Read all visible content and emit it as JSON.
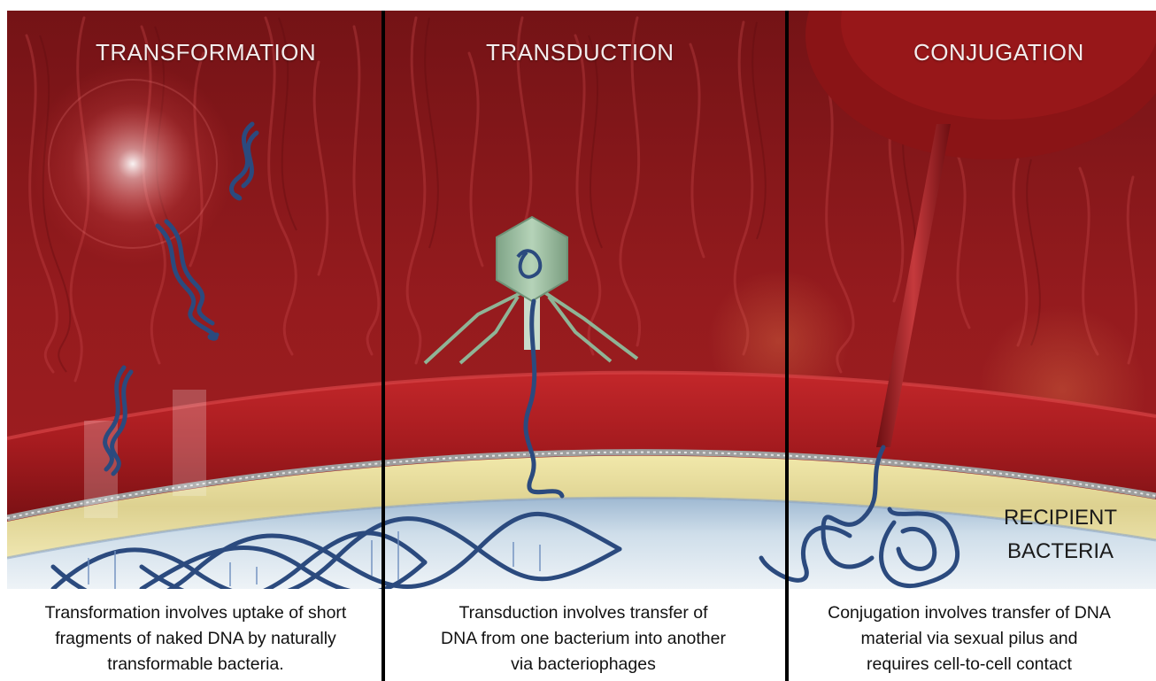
{
  "panels": [
    {
      "title": "TRANSFORMATION",
      "caption_lines": [
        "Transformation involves uptake of short",
        "fragments of naked DNA by naturally",
        "transformable bacteria."
      ]
    },
    {
      "title": "TRANSDUCTION",
      "caption_lines": [
        "Transduction involves transfer of",
        "DNA from one bacterium into another",
        "via bacteriophages"
      ]
    },
    {
      "title": "CONJUGATION",
      "caption_lines": [
        "Conjugation involves transfer of DNA",
        "material via sexual pilus and",
        "requires cell-to-cell contact"
      ]
    }
  ],
  "recipient_label": [
    "RECIPIENT",
    "BACTERIA"
  ],
  "colors": {
    "background_red": "#8e1a1c",
    "membrane_red": "#b51f22",
    "periplasm_yellow": "#e6dc98",
    "cytoplasm_blue": "#c6d8e8",
    "dna_blue": "#2b4a7e",
    "phage_green": "#8fb496",
    "divider": "#000000"
  }
}
